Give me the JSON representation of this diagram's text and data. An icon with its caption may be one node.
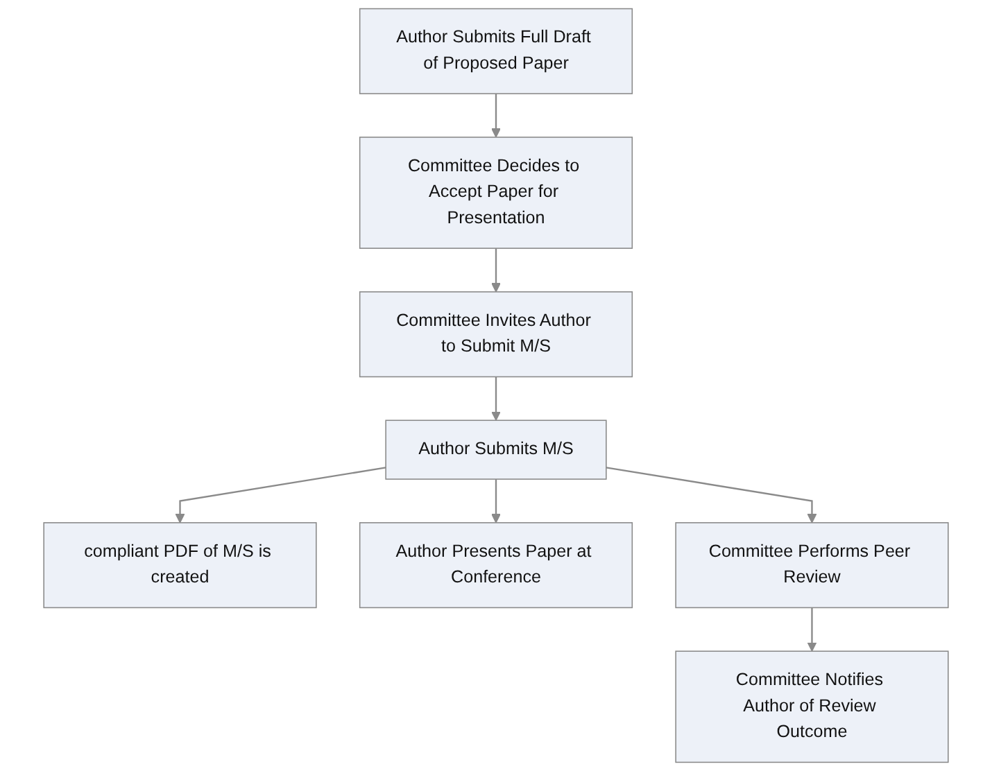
{
  "diagram": {
    "nodes": [
      {
        "text": [
          "Author Submits Full Draft of Proposed Paper"
        ]
      },
      {
        "text": [
          "Committee Decides to Accept Paper for Presentation"
        ]
      },
      {
        "text": [
          "Committee Invites Author to Submit M/S"
        ]
      },
      {
        "text": [
          "Author Submits M/S"
        ]
      },
      {
        "text": [
          "compliant PDF of M/S is created"
        ]
      },
      {
        "text": [
          "Author Presents Paper at Conference"
        ]
      },
      {
        "text": [
          "Committee Performs Peer Review"
        ]
      },
      {
        "text": [
          "Committee Notifies Author of Review Outcome"
        ]
      }
    ],
    "edges": [
      {
        "from": 0,
        "to": 1,
        "arrow": "to"
      },
      {
        "from": 1,
        "to": 2,
        "arrow": "to"
      },
      {
        "from": 2,
        "to": 3,
        "arrow": "to"
      },
      {
        "from": 3,
        "to": 4,
        "arrow": "to"
      },
      {
        "from": 3,
        "to": 5,
        "arrow": "to"
      },
      {
        "from": 3,
        "to": 6,
        "arrow": "to"
      },
      {
        "from": 6,
        "to": 7,
        "arrow": "to"
      }
    ]
  }
}
